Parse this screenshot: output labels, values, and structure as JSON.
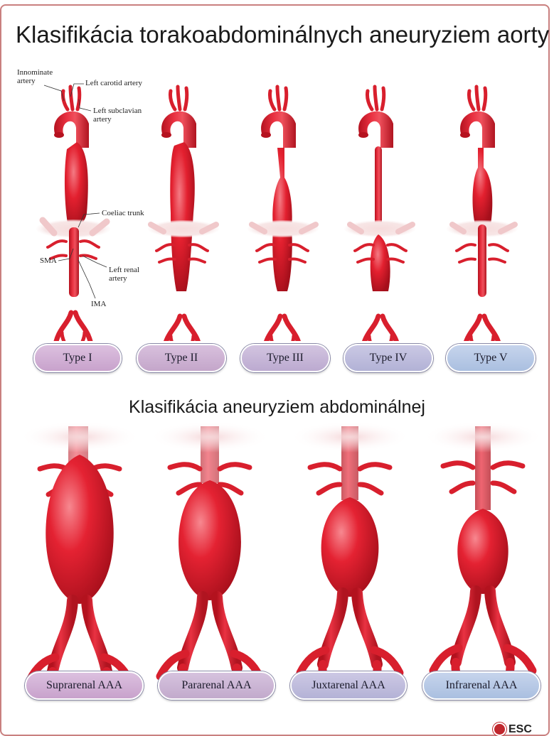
{
  "title": "Klasifikácia torakoabdominálnych aneuryziem aorty",
  "subtitle": "Klasifikácia aneuryziem abdominálnej",
  "anatomy_labels": {
    "innominate": "Innominate\nartery",
    "left_carotid": "Left carotid artery",
    "left_subclavian": "Left subclavian\nartery",
    "coeliac": "Coeliac trunk",
    "sma": "SMA",
    "left_renal": "Left renal\nartery",
    "ima": "IMA"
  },
  "thoracoabdominal_types": [
    "Type I",
    "Type II",
    "Type III",
    "Type IV",
    "Type V"
  ],
  "abdominal_types": [
    "Suprarenal AAA",
    "Pararenal AAA",
    "Juxtarenal AAA",
    "Infrarenal AAA"
  ],
  "logo_text": "ESC",
  "colors": {
    "aorta": "#e0202e",
    "aorta_shadow": "#b5121f",
    "aorta_highlight": "#f26a74",
    "diaphragm": "#f3d3d4",
    "pill_purple": "#d3b2d6",
    "pill_blue": "#bccce6",
    "frame": "#c9807f"
  }
}
